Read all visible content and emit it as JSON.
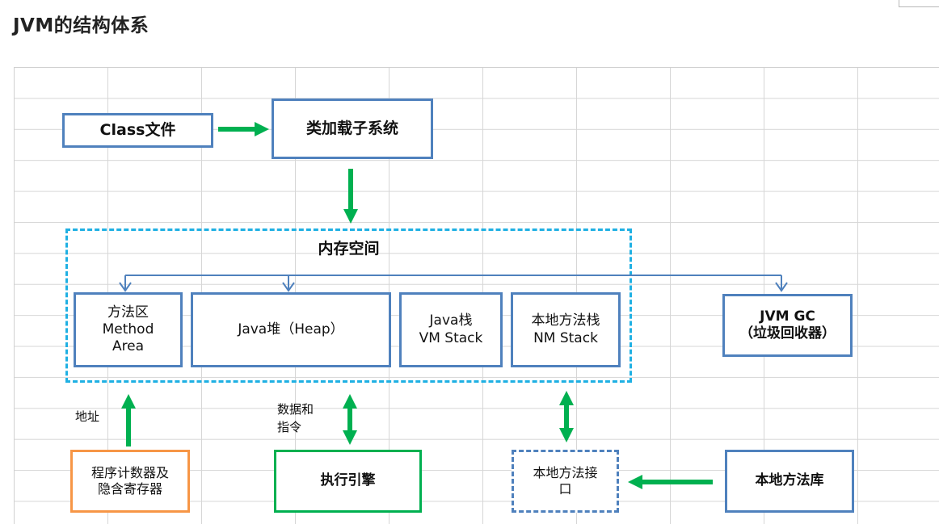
{
  "title": "JVM的结构体系",
  "nodes": {
    "class_file": "Class文件",
    "class_loader": "类加载子系统",
    "memory_space": "内存空间",
    "method_area": [
      "方法区",
      "Method",
      "Area"
    ],
    "heap": "Java堆（Heap）",
    "java_stack": [
      "Java栈",
      "VM Stack"
    ],
    "native_stack": [
      "本地方法栈",
      "NM Stack"
    ],
    "jvm_gc": [
      "JVM GC",
      "（垃圾回收器）"
    ],
    "pc_register": [
      "程序计数器及",
      "隐含寄存器"
    ],
    "execution_engine": "执行引擎",
    "native_interface": [
      "本地方法接",
      "口"
    ],
    "native_library": "本地方法库"
  },
  "edge_labels": {
    "address": "地址",
    "data_instructions": [
      "数据和",
      "指令"
    ]
  },
  "colors": {
    "arrow_green": "#00b050",
    "connector_blue": "#4f81bd",
    "memory_border": "#1fb0e3",
    "pc_border": "#f79646"
  }
}
